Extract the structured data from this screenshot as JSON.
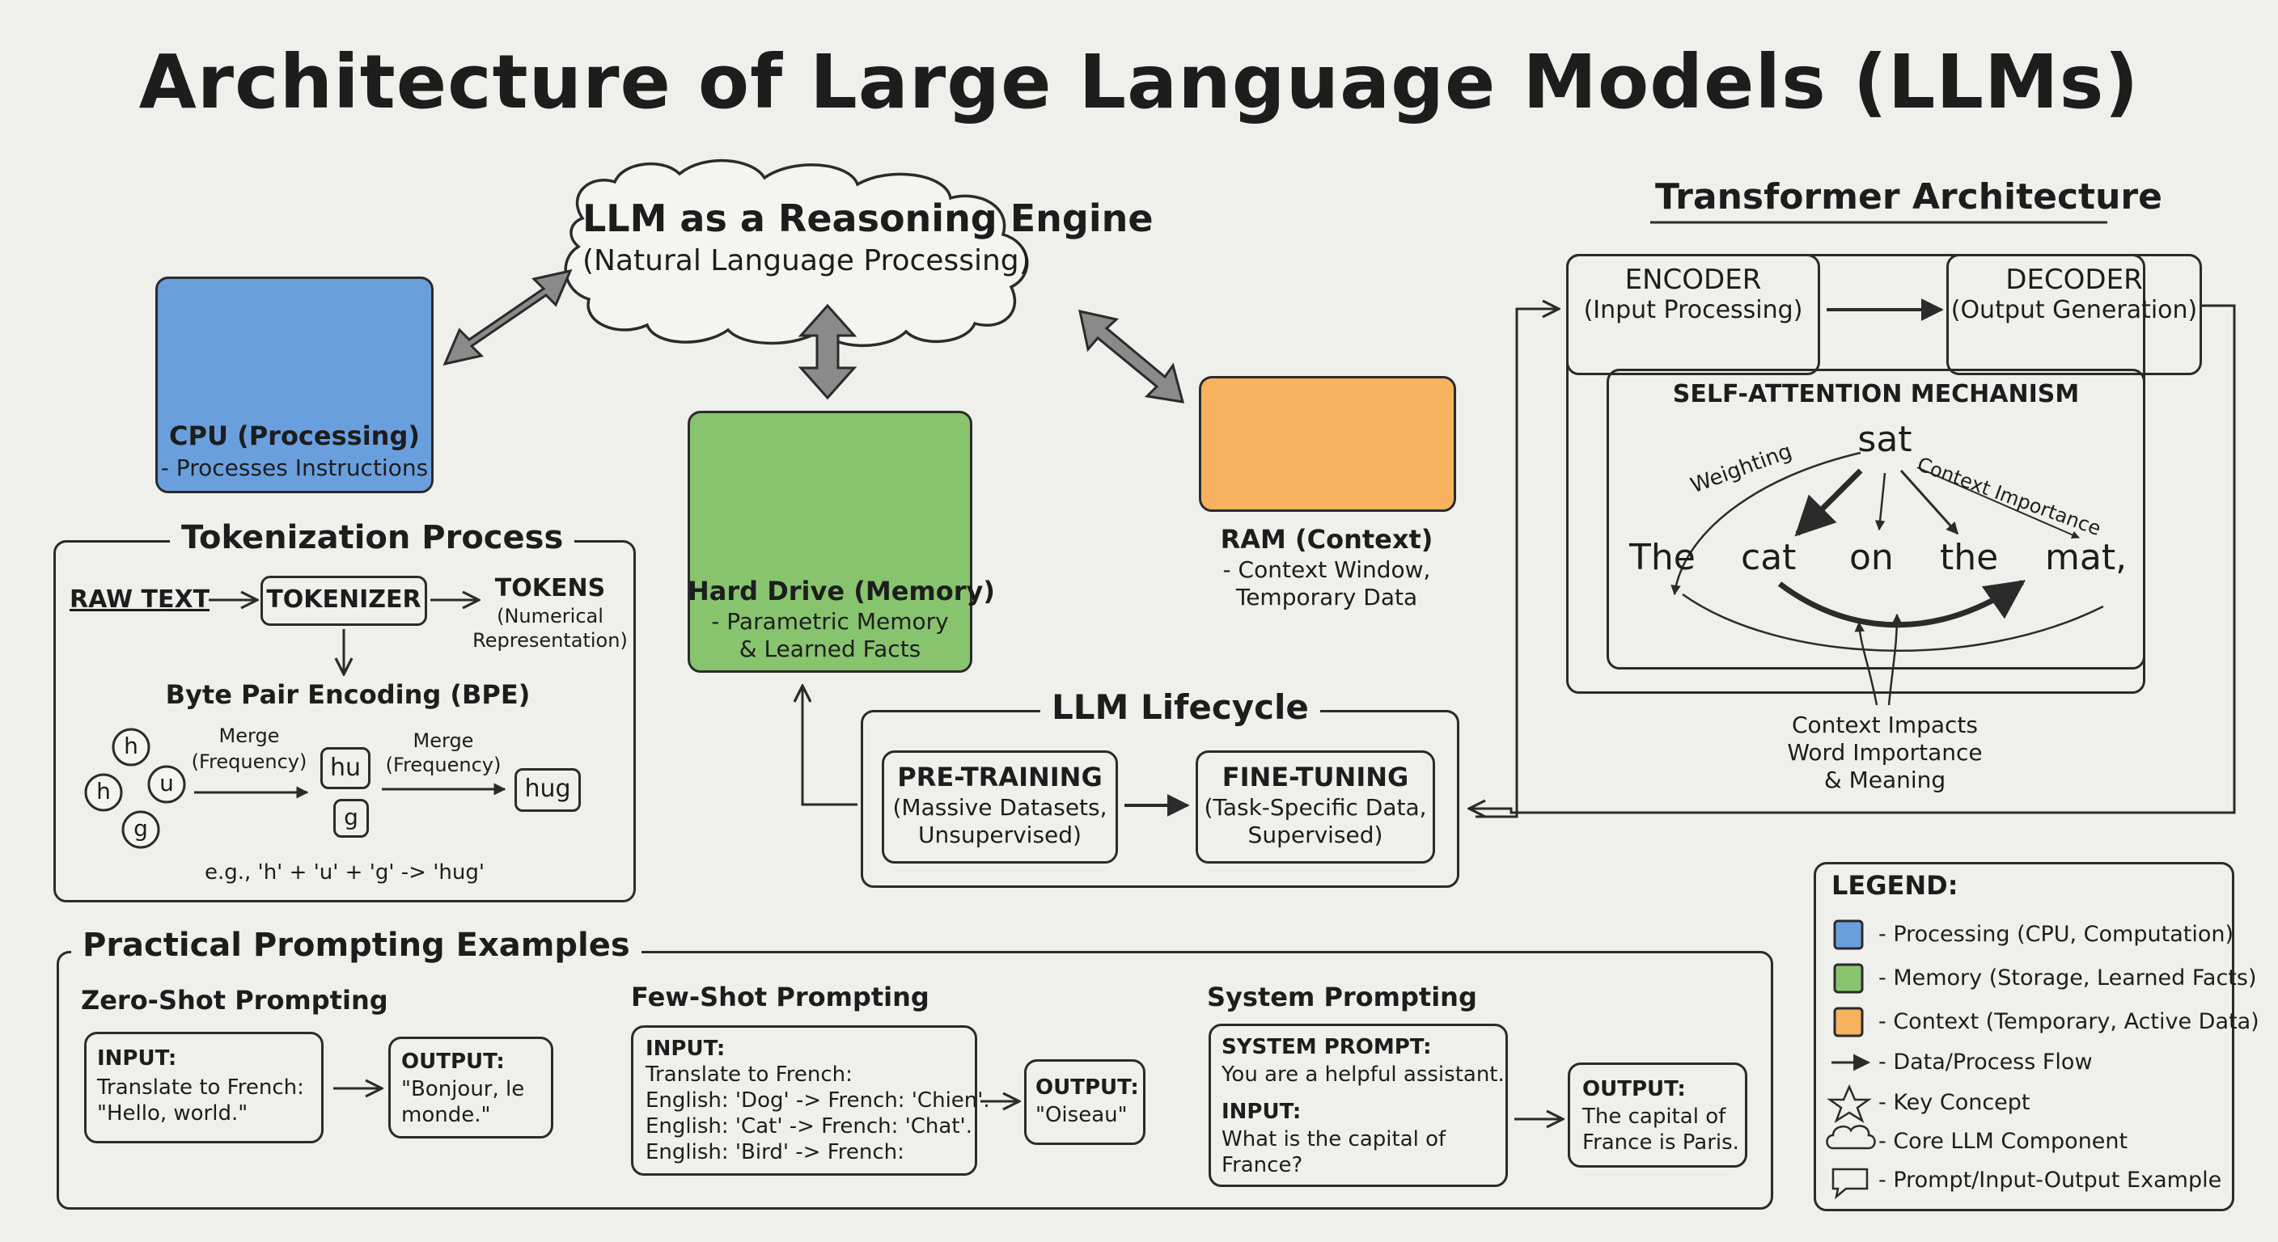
{
  "title": "Architecture of Large Language Models (LLMs)",
  "engine": {
    "title": "LLM as a Reasoning Engine",
    "subtitle": "(Natural Language Processing)"
  },
  "cpu": {
    "title": "CPU (Processing)",
    "subtitle": "- Processes Instructions",
    "color": "#6a9fde"
  },
  "drive": {
    "title": "Hard Drive (Memory)",
    "line1": "- Parametric Memory",
    "line2": "& Learned Facts",
    "color": "#88c46e"
  },
  "ram": {
    "title": "RAM (Context)",
    "line1": "- Context Window,",
    "line2": "Temporary Data",
    "color": "#f6b25e"
  },
  "tokenization": {
    "title": "Tokenization Process",
    "raw_text": "RAW TEXT",
    "tokenizer": "TOKENIZER",
    "tokens": "TOKENS",
    "tokens_sub1": "(Numerical",
    "tokens_sub2": "Representation)",
    "bpe": "Byte Pair Encoding (BPE)",
    "merge1": "Merge",
    "merge1_sub": "(Frequency)",
    "merge2": "Merge",
    "merge2_sub": "(Frequency)",
    "circles": [
      "h",
      "h",
      "u",
      "g"
    ],
    "hu": "hu",
    "g": "g",
    "hug": "hug",
    "example": "e.g., 'h' + 'u' + 'g' -> 'hug'"
  },
  "transformer": {
    "title": "Transformer Architecture",
    "encoder": "ENCODER",
    "encoder_sub": "(Input Processing)",
    "decoder": "DECODER",
    "decoder_sub": "(Output Generation)",
    "attention_title": "SELF-ATTENTION MECHANISM",
    "focus_word": "sat",
    "words": [
      "The",
      "cat",
      "on",
      "the",
      "mat,"
    ],
    "weighting": "Weighting",
    "context_importance": "Context Importance",
    "impact1": "Context Impacts",
    "impact2": "Word Importance",
    "impact3": "& Meaning"
  },
  "lifecycle": {
    "title": "LLM Lifecycle",
    "pretraining": "PRE-TRAINING",
    "pretraining_sub1": "(Massive Datasets,",
    "pretraining_sub2": "Unsupervised)",
    "finetuning": "FINE-TUNING",
    "finetuning_sub1": "(Task-Specific Data,",
    "finetuning_sub2": "Supervised)"
  },
  "prompting": {
    "title": "Practical Prompting Examples",
    "zero_shot": {
      "title": "Zero-Shot Prompting",
      "input_label": "INPUT:",
      "input_lines": [
        "Translate to French:",
        "\"Hello, world.\""
      ],
      "output_label": "OUTPUT:",
      "output_lines": [
        "\"Bonjour, le",
        "monde.\""
      ]
    },
    "few_shot": {
      "title": "Few-Shot Prompting",
      "input_label": "INPUT:",
      "input_lines": [
        "Translate to French:",
        "English: 'Dog' -> French: 'Chien'.",
        "English: 'Cat' -> French: 'Chat'.",
        "English: 'Bird' -> French:"
      ],
      "output_label": "OUTPUT:",
      "output_lines": [
        "\"Oiseau\""
      ]
    },
    "system": {
      "title": "System Prompting",
      "system_label": "SYSTEM PROMPT:",
      "system_text": "You are a helpful assistant.",
      "input_label": "INPUT:",
      "input_lines": [
        "What is the capital of",
        "France?"
      ],
      "output_label": "OUTPUT:",
      "output_lines": [
        "The capital of",
        "France is Paris."
      ]
    }
  },
  "legend": {
    "title": "LEGEND:",
    "items": [
      {
        "label": "- Processing (CPU, Computation)",
        "icon": "blue-square",
        "color": "#6a9fde"
      },
      {
        "label": "- Memory (Storage, Learned Facts)",
        "icon": "green-square",
        "color": "#88c46e"
      },
      {
        "label": "- Context (Temporary, Active Data)",
        "icon": "orange-square",
        "color": "#f6b25e"
      },
      {
        "label": "- Data/Process Flow",
        "icon": "arrow-icon"
      },
      {
        "label": "- Key Concept",
        "icon": "star-icon"
      },
      {
        "label": "- Core LLM Component",
        "icon": "cloud-icon"
      },
      {
        "label": "- Prompt/Input-Output Example",
        "icon": "speech-bubble-icon"
      }
    ]
  }
}
